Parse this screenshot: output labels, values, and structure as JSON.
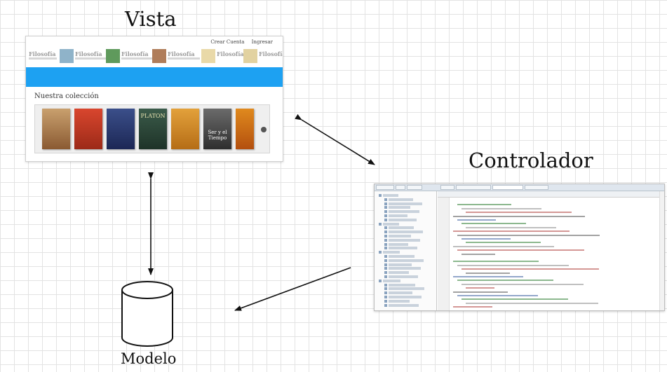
{
  "labels": {
    "vista": "Vista",
    "controlador": "Controlador",
    "modelo": "Modelo"
  },
  "vista_screenshot": {
    "top_links": [
      "Crear Cuenta",
      "Ingresar"
    ],
    "logo_text": "Filosofía",
    "section_heading": "Nuestra colección",
    "book_titles": [
      "PLATON",
      "Ser y el Tiempo"
    ],
    "brand_blue": "#1da1f2"
  },
  "controlador_screenshot": {
    "background": "#ffffff"
  },
  "modelo_shape": "database-cylinder-icon",
  "arrows": [
    {
      "from": "Vista",
      "to": "Modelo",
      "direction": "both"
    },
    {
      "from": "Vista",
      "to": "Controlador",
      "direction": "both"
    },
    {
      "from": "Controlador",
      "to": "Modelo",
      "direction": "one-way"
    }
  ]
}
